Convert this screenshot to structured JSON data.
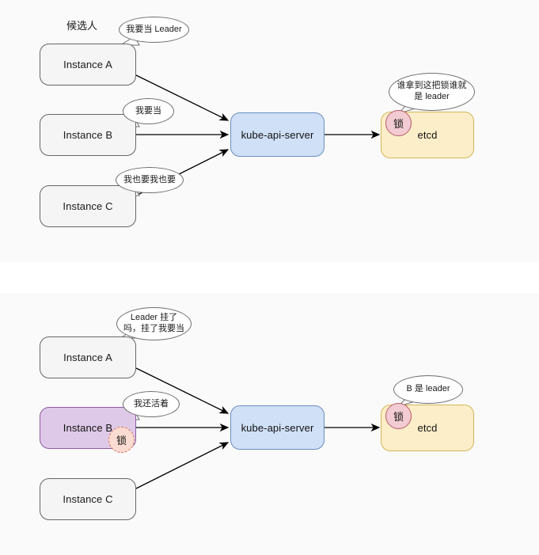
{
  "diagram": {
    "title_top": "候选人",
    "panels": [
      {
        "id": "election",
        "caption": "候选人",
        "instances": [
          {
            "label": "Instance A",
            "bubble": "我要当 Leader"
          },
          {
            "label": "Instance B",
            "bubble": "我要当"
          },
          {
            "label": "Instance C",
            "bubble": "我也要我也要"
          }
        ],
        "api_server": {
          "label": "kube-api-server"
        },
        "store": {
          "label": "etcd",
          "lock_label": "锁",
          "bubble": "谁拿到这把锁谁就是 leader"
        }
      },
      {
        "id": "leader-elected",
        "caption": "",
        "instances": [
          {
            "label": "Instance A",
            "bubble": "Leader 挂了吗，挂了我要当"
          },
          {
            "label": "Instance B",
            "bubble": "我还活着",
            "lock_label": "锁",
            "is_leader": true
          },
          {
            "label": "Instance C",
            "bubble": ""
          }
        ],
        "api_server": {
          "label": "kube-api-server"
        },
        "store": {
          "label": "etcd",
          "lock_label": "锁",
          "bubble": "B 是 leader"
        }
      }
    ],
    "colors": {
      "panel_bg": "#fafafa",
      "instance_bg": "#f5f5f5",
      "instance_border": "#666666",
      "api_bg": "#cfe0f7",
      "api_border": "#6c8ebf",
      "etcd_bg": "#fceec9",
      "etcd_border": "#d6b656",
      "leader_bg": "#dfc9e8",
      "leader_border": "#8d5ba6",
      "lock_bg": "#f2ccd2",
      "lock_border": "#b85c6a",
      "lock_dashed_bg": "#fbdcd2",
      "lock_dashed_border": "#d4705a",
      "arrow": "#000000"
    }
  }
}
